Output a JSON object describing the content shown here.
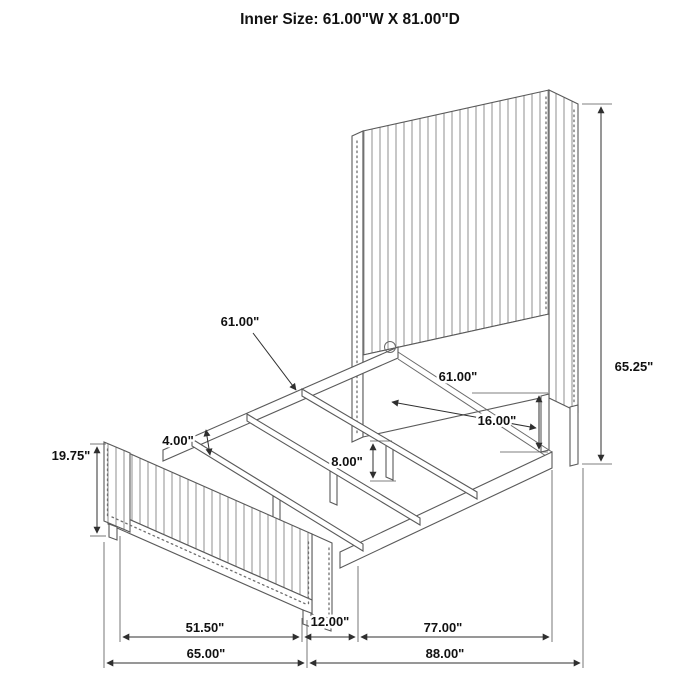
{
  "title": "Inner Size: 61.00\"W X 81.00\"D",
  "dimensions": {
    "slat_length": "61.00\"",
    "headboard_inner_width": "61.00\"",
    "headboard_height": "65.25\"",
    "rail_to_floor": "16.00\"",
    "rail_width": "4.00\"",
    "center_leg_height": "8.00\"",
    "footboard_height": "19.75\"",
    "footboard_inner_width": "51.50\"",
    "footboard_depth": "12.00\"",
    "side_rail_length": "77.00\"",
    "overall_width": "65.00\"",
    "overall_length": "88.00\""
  },
  "colors": {
    "line": "#5a5a5a",
    "channel": "#8f8f8f",
    "text": "#111111",
    "background": "#ffffff"
  }
}
